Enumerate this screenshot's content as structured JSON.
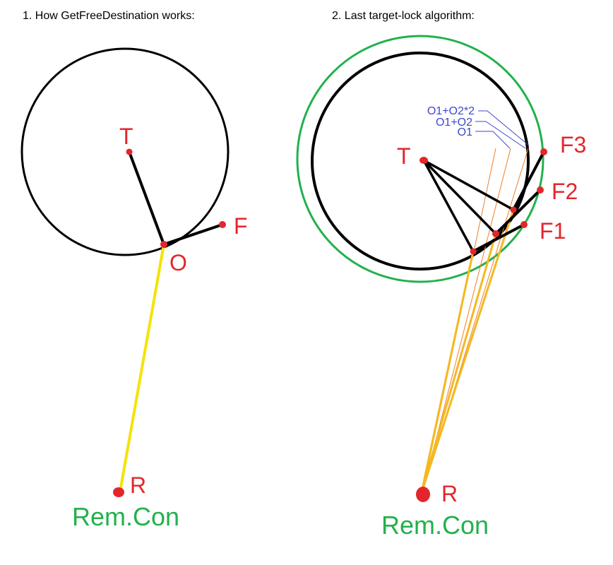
{
  "panel1": {
    "title": "1. How GetFreeDestination works:",
    "labels": {
      "t": "T",
      "f": "F",
      "o": "O",
      "r": "R",
      "remcon": "Rem.Con"
    }
  },
  "panel2": {
    "title": "2. Last target-lock algorithm:",
    "labels": {
      "t": "T",
      "f1": "F1",
      "f2": "F2",
      "f3": "F3",
      "r": "R",
      "remcon": "Rem.Con"
    },
    "annotations": {
      "o1": "O1",
      "o1o2": "O1+O2",
      "o1o2x2": "O1+O2*2"
    }
  },
  "colors": {
    "outline": "#000000",
    "point": "#e3262c",
    "ray": "#f5e20a",
    "ray_orange": "#f5b820",
    "guide_orange": "#f07f2a",
    "guide_blue": "#3f48cc",
    "safe_circle": "#22b14c",
    "remcon_text": "#22b14c"
  }
}
